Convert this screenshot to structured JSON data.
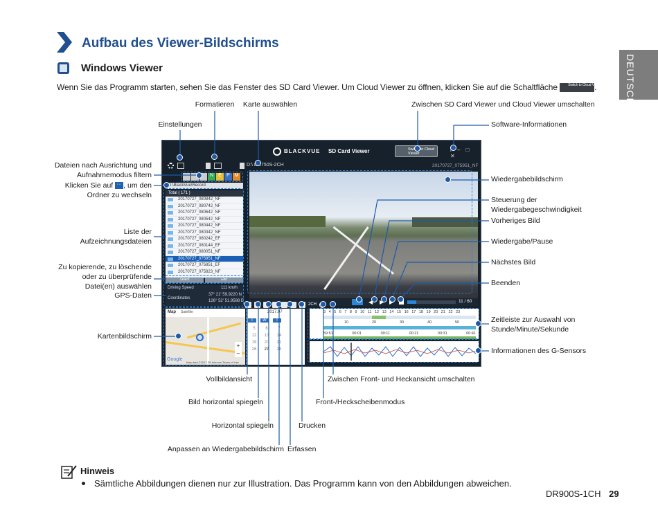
{
  "header": {
    "title": "Aufbau des Viewer-Bildschirms",
    "subtitle": "Windows Viewer",
    "intro": "Wenn Sie das Programm starten, sehen Sie das Fenster des SD Card Viewer. Um Cloud Viewer zu öffnen, klicken Sie auf die Schaltfläche",
    "intro_end": ".",
    "intro_button": "Switch to Cloud Viewer"
  },
  "side_tab": "DEUTSCH",
  "callouts": {
    "formatieren": "Formatieren",
    "karte_auswaehlen": "Karte auswählen",
    "umschalten": "Zwischen SD Card Viewer und Cloud Viewer umschalten",
    "einstellungen": "Einstellungen",
    "software_info": "Software-Informationen",
    "filter": "Dateien nach Ausrichtung und Aufnahmemodus filtern",
    "ordner_pre": "Klicken Sie auf",
    "ordner_post": ", um den",
    "ordner_line2": "Ordner zu wechseln",
    "wiedergabebildschirm": "Wiedergabebildschirm",
    "geschwindigkeit": "Steuerung der Wiedergabegeschwindigkeit",
    "vorheriges": "Vorheriges Bild",
    "liste": "Liste der Aufzeichnungsdateien",
    "wiedergabe_pause": "Wiedergabe/Pause",
    "naechstes": "Nächstes Bild",
    "kopieren": "Zu kopierende, zu löschende oder zu überprüfende Datei(en) auswählen",
    "beenden": "Beenden",
    "gps": "GPS-Daten",
    "zeitleiste": "Zeitleiste zur Auswahl von Stunde/Minute/Sekunde",
    "kartenbildschirm": "Kartenbildschirm",
    "gsensor": "Informationen des G-Sensors",
    "vollbild": "Vollbildansicht",
    "front_heck_umschalten": "Zwischen Front- und Heckansicht umschalten",
    "horizontal_bild": "Bild horizontal spiegeln",
    "heckscheibe": "Front-/Heckscheibenmodus",
    "horizontal": "Horizontal spiegeln",
    "drucken": "Drucken",
    "anpassen": "Anpassen an Wiedergabebildschirm",
    "erfassen": "Erfassen"
  },
  "viewer": {
    "brand": "BLACKVUE",
    "app_name": "SD Card Viewer",
    "switch_btn": "Switch to Cloud Viewer",
    "drive": "D:\\ DR750S-2CH",
    "current_file": "20170727_075951_NF",
    "path": "D:\\BlackVue\\Record",
    "total": "Total ( 171 )",
    "filters": [
      "N",
      "E",
      "P",
      "M"
    ],
    "files": [
      "20170727_080842_NF",
      "20170727_080742_NF",
      "20170727_080642_NF",
      "20170727_080542_NF",
      "20170727_080442_NF",
      "20170727_080342_NF",
      "20170727_080242_EF",
      "20170727_080144_EF",
      "20170727_080051_NF",
      "20170727_075951_NF",
      "20170727_075851_EF",
      "20170727_075823_NF"
    ],
    "selected_index": 9,
    "bottom_btns": [
      "Select",
      "Edit"
    ],
    "gps_speed_label": "Driving Speed",
    "gps_speed": "111 km/h",
    "gps_coord_label": "Coordinates",
    "gps_lat": "37° 21' 59.9220 N",
    "gps_lon": "126° 52' 51.9588 E",
    "map_tabs": [
      "Map",
      "Satellite"
    ],
    "map_logo": "Google",
    "map_footer": "Map data ©2017 SK telecom  Terms of Use",
    "calendar_head": "2017.07",
    "calendar_days": [
      "T",
      "W",
      "T"
    ],
    "calendar_rows": [
      [
        "5",
        "6",
        "7"
      ],
      [
        "12",
        "13",
        "14"
      ],
      [
        "19",
        "20",
        "21"
      ],
      [
        "26",
        "27",
        "28"
      ]
    ],
    "frame_count": "11 / 60",
    "timeline_hours": "3 4 5 6 7 8 9 10 11 12 13 14 15 16 17 18 19 20 21 22 23",
    "timeline_minutes": [
      "10",
      "20",
      "30",
      "40",
      "50"
    ],
    "timeline_seconds": [
      "59:51",
      "00:01",
      "00:11",
      "00:21",
      "00:31",
      "00:41"
    ],
    "ch_label": "2CH"
  },
  "note": {
    "title": "Hinweis",
    "text": "Sämtliche Abbildungen dienen nur zur Illustration. Das Programm kann von den Abbildungen abweichen."
  },
  "footer": {
    "model": "DR900S-1CH",
    "page": "29"
  },
  "colors": {
    "title_blue": "#1f4f8f",
    "callout_blue": "#1c5aa8",
    "tab_gray": "#7d7d7d"
  }
}
